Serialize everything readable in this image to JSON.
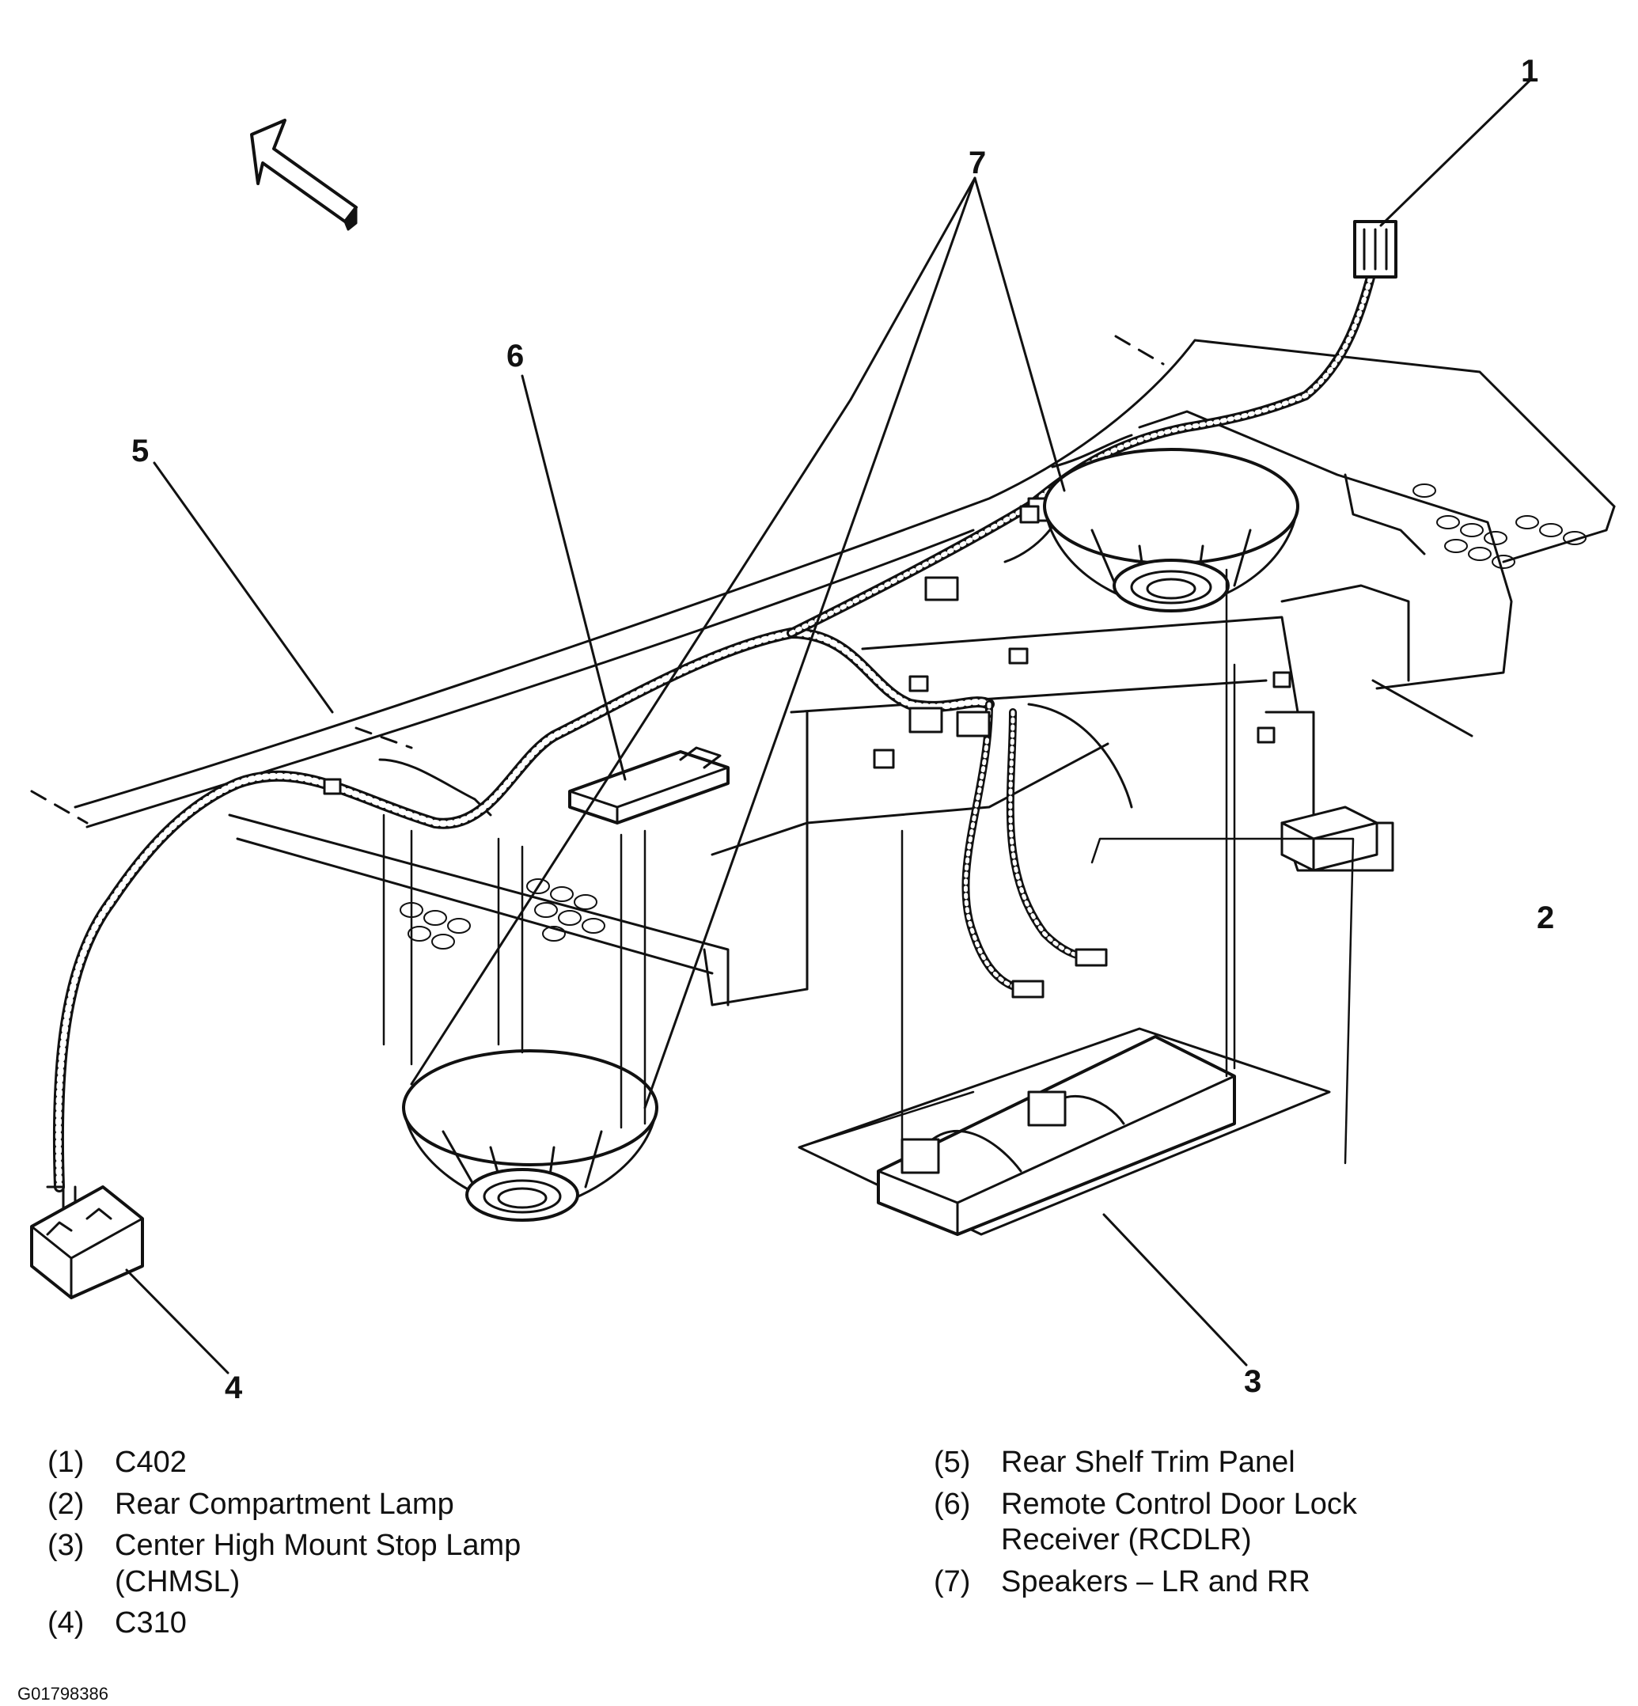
{
  "callouts": {
    "c1": "1",
    "c2": "2",
    "c3": "3",
    "c4": "4",
    "c5": "5",
    "c6": "6",
    "c7": "7"
  },
  "legend_left": [
    {
      "num": "(1)",
      "text": "C402"
    },
    {
      "num": "(2)",
      "text": "Rear Compartment Lamp"
    },
    {
      "num": "(3)",
      "text": "Center High Mount Stop Lamp (CHMSL)"
    },
    {
      "num": "(4)",
      "text": "C310"
    }
  ],
  "legend_right": [
    {
      "num": "(5)",
      "text": "Rear Shelf Trim Panel"
    },
    {
      "num": "(6)",
      "text": "Remote Control Door Lock Receiver (RCDLR)"
    },
    {
      "num": "(7)",
      "text": "Speakers – LR and RR"
    }
  ],
  "figure_id": "G01798386"
}
